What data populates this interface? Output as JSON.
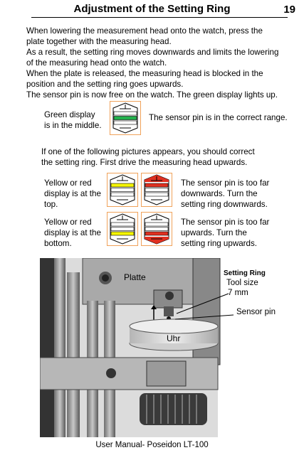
{
  "header": {
    "title": "Adjustment of the Setting Ring",
    "page_number": "19"
  },
  "intro_lines": [
    "When lowering the measurement head onto the watch, press the",
    "plate together with the measuring head.",
    "As a result, the setting ring moves downwards and limits the lowering",
    "of the measuring head onto the watch.",
    "When the plate is released, the measuring head is blocked in the",
    "position and the setting ring goes upwards.",
    "The sensor pin is now free on the watch. The green display lights up."
  ],
  "green": {
    "label_lines": [
      "Green display",
      "is in the middle."
    ],
    "description": "The sensor pin is in the correct range."
  },
  "correction_lines": [
    "If one of the following pictures appears, you should correct",
    "the setting ring. First drive the measuring head upwards."
  ],
  "top_case": {
    "label_lines": [
      "Yellow or red",
      "display is at the",
      "top."
    ],
    "description_lines": [
      "The sensor pin is too far",
      "downwards. Turn the",
      "setting ring downwards."
    ]
  },
  "bottom_case": {
    "label_lines": [
      "Yellow or red",
      "display is at the",
      "bottom."
    ],
    "description_lines": [
      "The sensor pin is too far",
      "upwards. Turn the",
      "setting ring upwards."
    ]
  },
  "gauge_colors": {
    "green": "#22b14c",
    "yellow": "#f5f500",
    "red": "#e03020",
    "border": "#f0a25a"
  },
  "photo": {
    "platte": "Platte",
    "setting_ring_title": "Setting Ring",
    "tool_size_label": "Tool size",
    "tool_size_value": "7 mm",
    "sensor_pin": "Sensor pin",
    "uhr": "Uhr"
  },
  "footer": {
    "text": "User Manual- Poseidon  LT-100"
  }
}
